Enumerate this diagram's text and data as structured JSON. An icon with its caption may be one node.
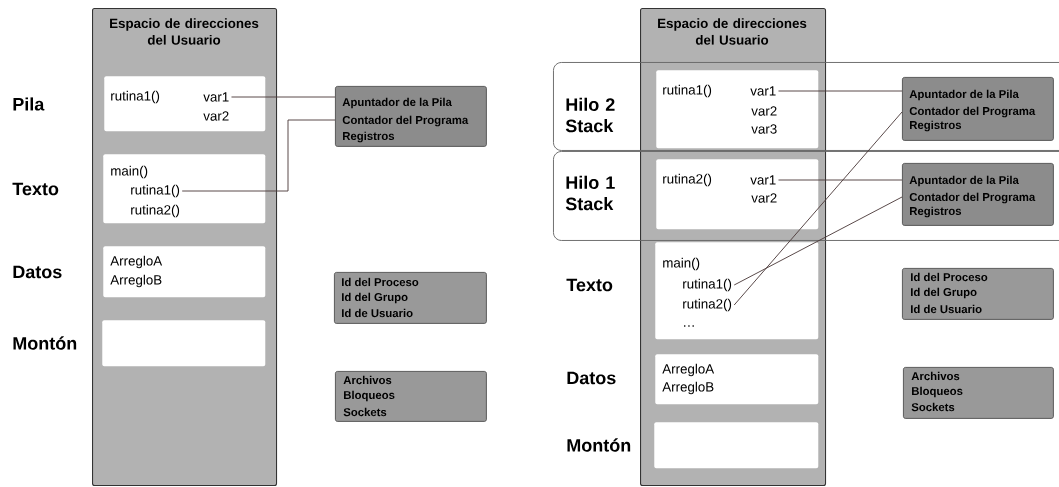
{
  "diagram": {
    "nodes": [
      {
        "text": [
          "Espacio de direcciones del Usuario"
        ]
      },
      {
        "text": [
          "rutina1()",
          "var2"
        ],
        "in": 0,
        "beside": [
          "Pila"
        ]
      },
      {
        "text": [
          "var1"
        ],
        "in": 1
      },
      {
        "text": [
          "main()",
          "rutina2()"
        ],
        "in": 0,
        "beside": [
          "Texto"
        ]
      },
      {
        "text": [
          "rutina1()"
        ],
        "in": 3
      },
      {
        "text": [
          "ArregloA",
          "ArregloB"
        ],
        "in": 0,
        "beside": [
          "Datos"
        ]
      },
      {
        "text": [],
        "shape": "box",
        "in": 0,
        "beside": [
          "Montón"
        ]
      },
      {
        "text": [
          "Apuntador de la Pila",
          "Contador del Programa",
          "Registros"
        ]
      },
      {
        "text": [
          "Id del Proceso",
          "Id del Grupo",
          "Id de Usuario"
        ]
      },
      {
        "text": [
          "Archivos",
          "Bloqueos",
          "Sockets"
        ]
      },
      {
        "text": [
          "Espacio de direcciones del Usuario"
        ]
      },
      {
        "text": [
          "Hilo 2 Stack"
        ]
      },
      {
        "text": [
          "rutina1()",
          "var2",
          "var3"
        ]
      },
      {
        "text": [
          "var1"
        ],
        "in": 12
      },
      {
        "text": [
          "Apuntador de la Pila",
          "Contador del Programa",
          "Registros"
        ],
        "in": 11
      },
      {
        "text": [
          "Hilo 1 Stack"
        ]
      },
      {
        "text": [
          "rutina2()",
          "var2"
        ]
      },
      {
        "text": [
          "var1"
        ],
        "in": 16
      },
      {
        "text": [
          "Apuntador de la Pila",
          "Contador del Programa",
          "Registros"
        ],
        "in": 15
      },
      {
        "text": [
          "main()",
          "…"
        ],
        "in": 10,
        "beside": [
          "Texto"
        ]
      },
      {
        "text": [
          "rutina1()"
        ],
        "in": 19
      },
      {
        "text": [
          "rutina2()"
        ],
        "in": 19
      },
      {
        "text": [
          "ArregloA",
          "ArregloB"
        ],
        "in": 10,
        "beside": [
          "Datos"
        ]
      },
      {
        "text": [],
        "shape": "box",
        "in": 10,
        "beside": [
          "Montón"
        ]
      },
      {
        "text": [
          "Id del Proceso",
          "Id del Grupo",
          "Id de Usuario"
        ]
      },
      {
        "text": [
          "Archivos",
          "Bloqueos",
          "Sockets"
        ]
      }
    ],
    "edges": [
      {
        "from": 2,
        "to": 7,
        "arrow": "none"
      },
      {
        "from": 4,
        "to": 7,
        "arrow": "none"
      },
      {
        "from": 13,
        "to": 14,
        "arrow": "none"
      },
      {
        "from": 17,
        "to": 18,
        "arrow": "none"
      },
      {
        "from": 20,
        "to": 18,
        "arrow": "none"
      },
      {
        "from": 21,
        "to": 14,
        "arrow": "none"
      }
    ]
  }
}
